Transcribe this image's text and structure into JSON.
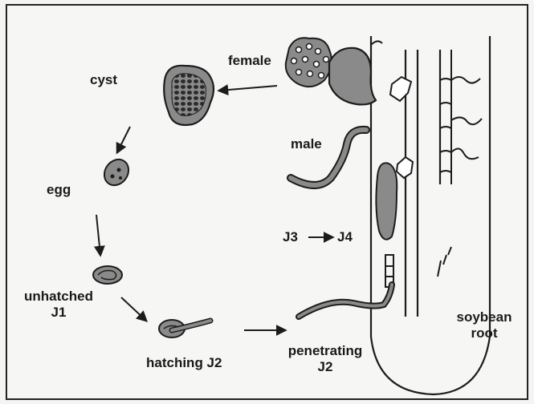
{
  "labels": {
    "cyst": "cyst",
    "female": "female",
    "male": "male",
    "egg": "egg",
    "j3_to_j4_left": "J3",
    "j3_to_j4_right": "J4",
    "unhatched_line1": "unhatched",
    "unhatched_line2": "J1",
    "hatching": "hatching J2",
    "penetrating_line1": "penetrating",
    "penetrating_line2": "J2",
    "root_line1": "soybean",
    "root_line2": "root"
  },
  "colors": {
    "fill_gray": "#8a8a8a",
    "dark": "#1c1c1c",
    "background": "#f6f6f4"
  }
}
